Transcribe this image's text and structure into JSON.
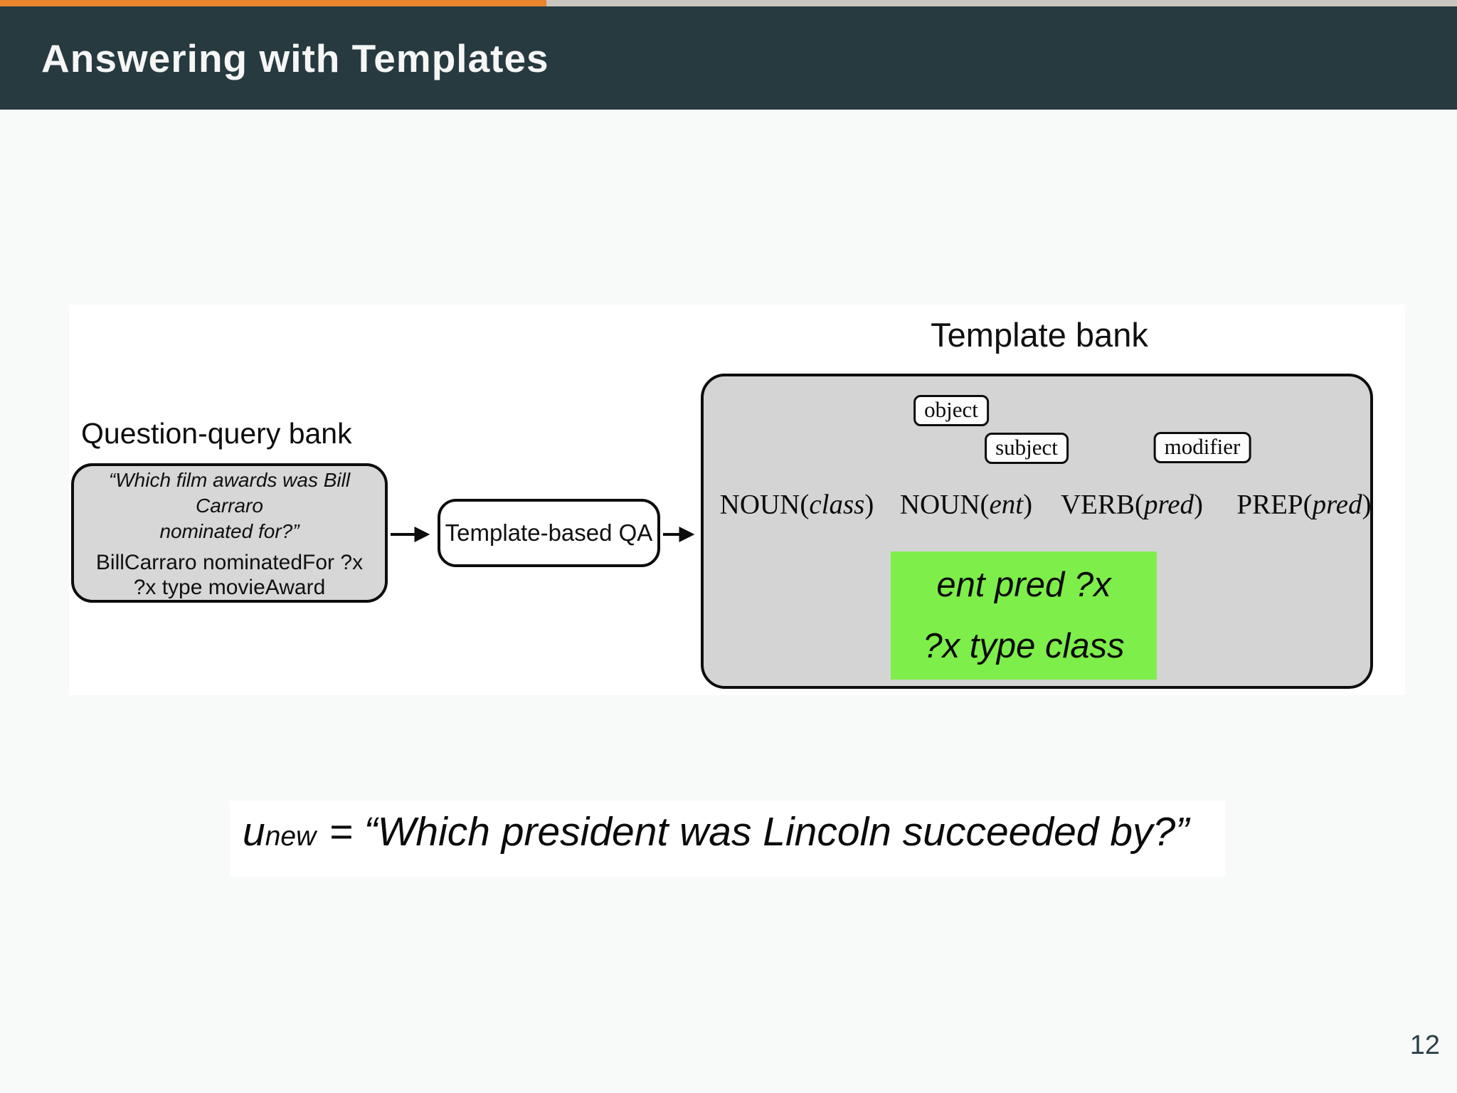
{
  "header": {
    "title": "Answering with Templates"
  },
  "colors": {
    "accent_orange": "#e8852d",
    "progress_track": "#cac6bf",
    "header_bg": "#263a40",
    "box_gray": "#d6d6d6",
    "highlight_green": "#7eee4b"
  },
  "figure": {
    "question_bank": {
      "label": "Question-query bank",
      "quote_line1": "“Which film awards was Bill Carraro",
      "quote_line2": "nominated for?”",
      "query_line1": "BillCarraro nominatedFor ?x",
      "query_line2": "?x type movieAward"
    },
    "qa_box": {
      "label": "Template-based QA"
    },
    "template_bank": {
      "title": "Template bank",
      "words": [
        {
          "pre": "NOUN(",
          "arg": "class",
          "post": ")"
        },
        {
          "pre": "NOUN(",
          "arg": "ent",
          "post": ")"
        },
        {
          "pre": "VERB(",
          "arg": "pred",
          "post": ")"
        },
        {
          "pre": "PREP(",
          "arg": "pred",
          "post": ")"
        }
      ],
      "relations": [
        "object",
        "subject",
        "modifier"
      ],
      "highlight_template": {
        "line1": "ent pred ?x",
        "line2": "?x type class"
      }
    }
  },
  "formula": {
    "var": "u",
    "sub": "new",
    "rest": "= “Which president was Lincoln succeeded by?”"
  },
  "page_number": "12"
}
